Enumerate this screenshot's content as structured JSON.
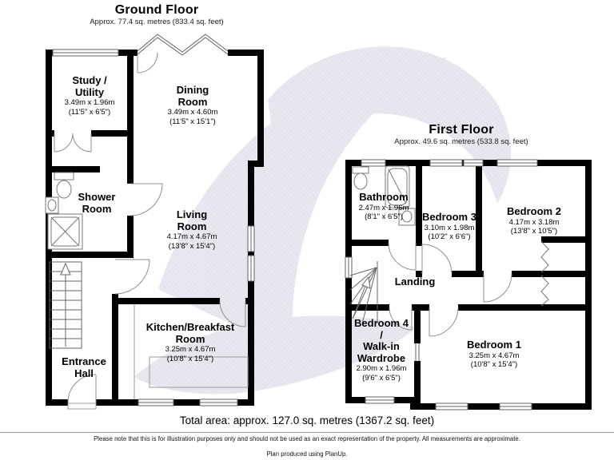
{
  "ground_floor": {
    "title": "Ground Floor",
    "subtitle": "Approx. 77.4 sq. metres (833.4 sq. feet)",
    "rooms": {
      "study_utility": {
        "name": "Study /\nUtility",
        "metric": "3.49m x 1.96m",
        "imperial": "(11'5\" x 6'5\")"
      },
      "dining_room": {
        "name": "Dining\nRoom",
        "metric": "3.49m x 4.60m",
        "imperial": "(11'5\" x 15'1\")"
      },
      "living_room": {
        "name": "Living\nRoom",
        "metric": "4.17m x 4.67m",
        "imperial": "(13'8\" x 15'4\")"
      },
      "shower_room": {
        "name": "Shower\nRoom"
      },
      "kitchen": {
        "name": "Kitchen/Breakfast\nRoom",
        "metric": "3.25m x 4.67m",
        "imperial": "(10'8\" x 15'4\")"
      },
      "entrance_hall": {
        "name": "Entrance\nHall"
      }
    }
  },
  "first_floor": {
    "title": "First Floor",
    "subtitle": "Approx. 49.6 sq. metres (533.8 sq. feet)",
    "rooms": {
      "bathroom": {
        "name": "Bathroom",
        "metric": "2.47m x 1.96m",
        "imperial": "(8'1\" x 6'5\")"
      },
      "bedroom_3": {
        "name": "Bedroom 3",
        "metric": "3.10m x 1.98m",
        "imperial": "(10'2\" x 6'6\")"
      },
      "bedroom_2": {
        "name": "Bedroom 2",
        "metric": "4.17m x 3.18m",
        "imperial": "(13'8\" x 10'5\")"
      },
      "landing": {
        "name": "Landing"
      },
      "bedroom_4": {
        "name": "Bedroom 4\n/\nWalk-in\nWardrobe",
        "metric": "2.90m x 1.96m",
        "imperial": "(9'6\" x 6'5\")"
      },
      "bedroom_1": {
        "name": "Bedroom 1",
        "metric": "3.25m x 4.67m",
        "imperial": "(10'8\" x 15'4\")"
      }
    }
  },
  "footer": {
    "total_area": "Total area: approx. 127.0 sq. metres (1367.2 sq. feet)",
    "disclaimer": "Please note that this is for illustration purposes only and should not be used as an exact representation of the property. All measurements are approximate.",
    "credit": "Plan produced using PlanUp."
  },
  "colors": {
    "wall": "#000000",
    "watermark": "#e2e3ec",
    "thin_line": "#606060",
    "door_line": "#8f8f8f",
    "background": "#ffffff"
  }
}
